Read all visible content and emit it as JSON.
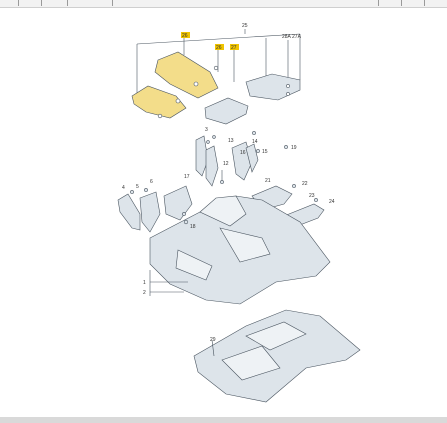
{
  "colors": {
    "highlight": "#f3dd8a",
    "highlight_label": "#f0c400",
    "part_fill": "#dde4ea",
    "part_stroke": "#4a5560"
  },
  "callouts": {
    "c25": "25",
    "c26": "26",
    "c26b": "26",
    "c27": "27",
    "c28a27a": "28A 27A",
    "c3": "3",
    "c13": "13",
    "c14": "14",
    "c15": "15",
    "c16": "16",
    "c19": "19",
    "c12": "12",
    "c17": "17",
    "c4": "4",
    "c5": "5",
    "c6": "6",
    "c18": "18",
    "c21": "21",
    "c22": "22",
    "c23": "23",
    "c24": "24",
    "c1": "1",
    "c2": "2",
    "c29": "29"
  }
}
